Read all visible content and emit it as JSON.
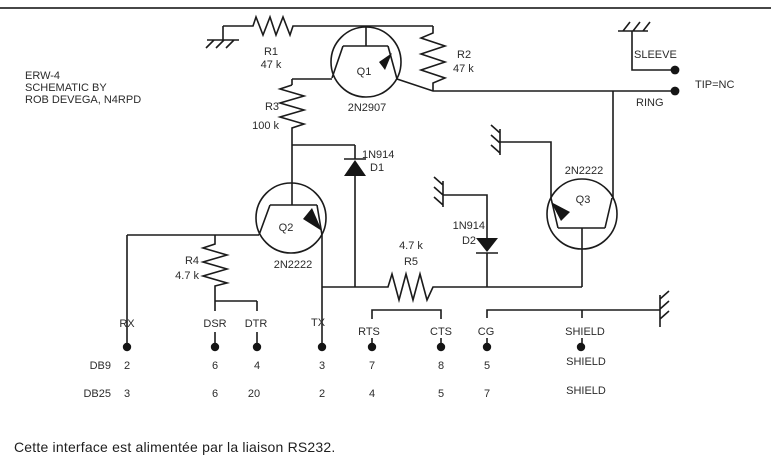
{
  "schematic": {
    "title_lines": [
      "ERW-4",
      "SCHEMATIC BY",
      "ROB DEVEGA, N4RPD"
    ],
    "resistors": [
      {
        "ref": "R1",
        "value": "47 k"
      },
      {
        "ref": "R2",
        "value": "47 k"
      },
      {
        "ref": "R3",
        "value": "100 k"
      },
      {
        "ref": "R4",
        "value": "4.7 k"
      },
      {
        "ref": "R5",
        "value": "4.7 k"
      }
    ],
    "diodes": [
      {
        "ref": "D1",
        "part": "1N914"
      },
      {
        "ref": "D2",
        "part": "1N914"
      }
    ],
    "transistors": [
      {
        "ref": "Q1",
        "part": "2N2907"
      },
      {
        "ref": "Q2",
        "part": "2N2222"
      },
      {
        "ref": "Q3",
        "part": "2N2222"
      }
    ],
    "jack": {
      "sleeve": "SLEEVE",
      "tip": "TIP=NC",
      "ring": "RING"
    },
    "connector": {
      "row_headers": [
        "DB9",
        "DB25"
      ],
      "columns": [
        {
          "signal": "RX",
          "db9": "2",
          "db25": "3"
        },
        {
          "signal": "DSR",
          "db9": "6",
          "db25": "6"
        },
        {
          "signal": "DTR",
          "db9": "4",
          "db25": "20"
        },
        {
          "signal": "TX",
          "db9": "3",
          "db25": "2"
        },
        {
          "signal": "RTS",
          "db9": "7",
          "db25": "4"
        },
        {
          "signal": "CTS",
          "db9": "8",
          "db25": "5"
        },
        {
          "signal": "CG",
          "db9": "5",
          "db25": "7"
        },
        {
          "signal": "SHIELD",
          "db9": "SHIELD",
          "db25": "SHIELD"
        }
      ]
    }
  },
  "caption": "Cette interface est alimentée par la liaison RS232."
}
